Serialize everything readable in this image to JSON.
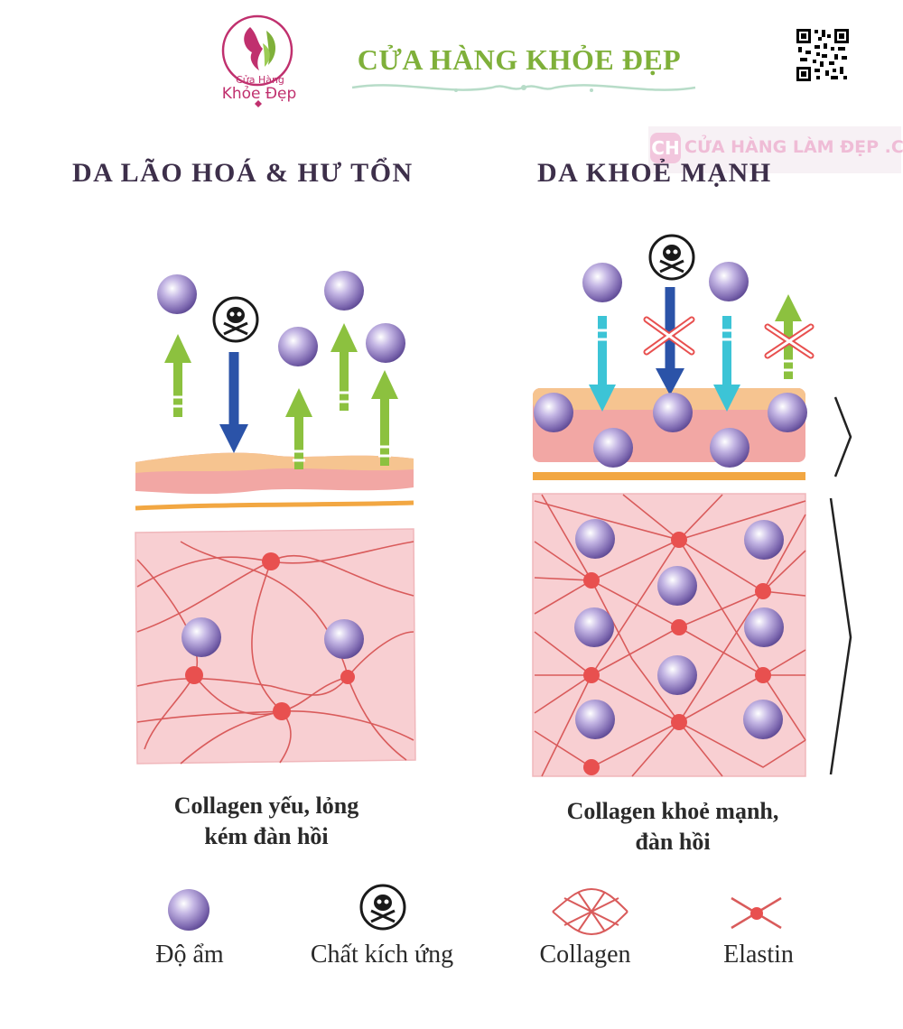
{
  "brand": {
    "logo_text_top": "Cửa Hàng",
    "logo_text_main": "Khỏe Đẹp",
    "title": "CỬA HÀNG KHỎE ĐẸP",
    "watermark_badge": "CH",
    "watermark_text": "CỬA HÀNG LÀM ĐẸP .COM"
  },
  "panels": {
    "left": {
      "heading": "DA LÃO HOÁ & HƯ TỔN",
      "caption_line1": "Collagen yếu, lỏng",
      "caption_line2": "kém đàn hồi"
    },
    "right": {
      "heading": "DA KHOẺ MẠNH",
      "caption_line1": "Collagen khoẻ mạnh,",
      "caption_line2": "đàn hồi"
    }
  },
  "legend": {
    "moisture": "Độ ẩm",
    "irritant": "Chất kích ứng",
    "collagen": "Collagen",
    "elastin": "Elastin"
  },
  "colors": {
    "moisture_sphere": "#8e7bbf",
    "irritant_arrow": "#2b53a8",
    "moisture_loss_arrow": "#8cc13f",
    "moisture_in_arrow": "#3cc4d6",
    "epidermis": "#f2a7a4",
    "epidermis_top": "#f6c490",
    "separator": "#f2a742",
    "dermis": "#f8cfd2",
    "collagen_line": "#d95b5b",
    "elastin_node": "#e8504f",
    "brand_green": "#7fb03a",
    "brand_pink": "#c0306e"
  }
}
